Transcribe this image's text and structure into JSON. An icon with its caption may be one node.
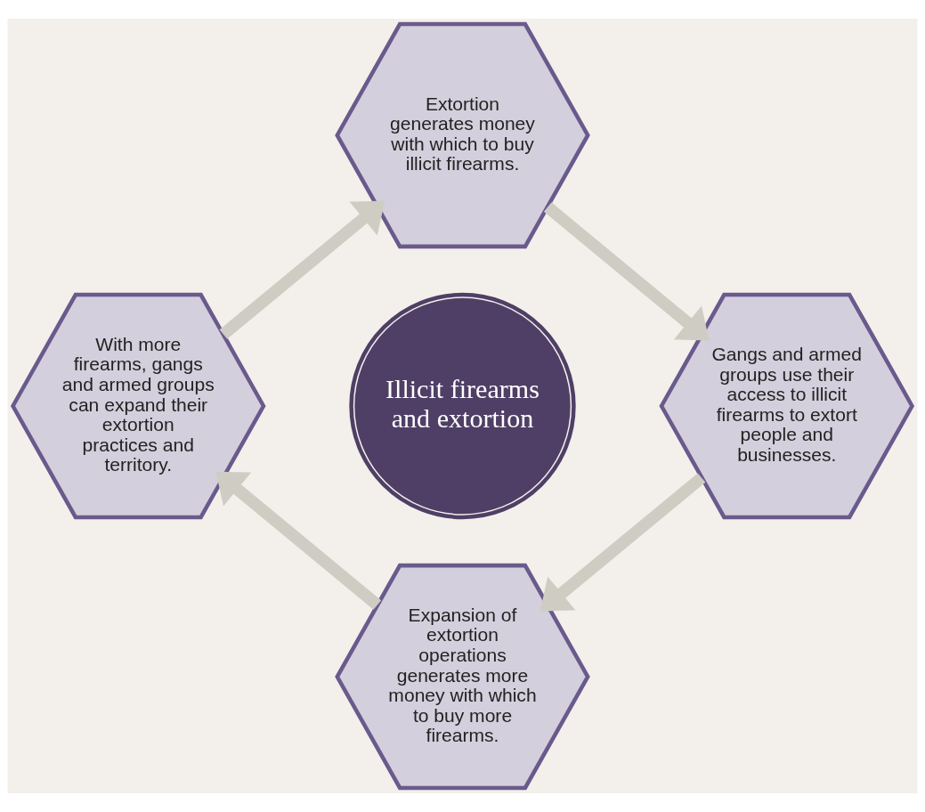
{
  "diagram": {
    "nodes": [
      {
        "text": [
          "Extortion generates money with which to buy illicit firearms."
        ]
      },
      {
        "text": [
          "Gangs and armed groups use their access to illicit firearms to extort people and businesses."
        ]
      },
      {
        "text": [
          "Expansion of extortion operations generates more money with which to buy more firearms."
        ]
      },
      {
        "text": [
          "With more firearms, gangs and armed groups can expand their extortion practices and territory."
        ]
      },
      {
        "text": [
          "Illicit firearms and extortion"
        ]
      }
    ],
    "edges": [
      {
        "from": 0,
        "to": 1,
        "arrow": "to"
      },
      {
        "from": 1,
        "to": 2,
        "arrow": "to"
      },
      {
        "from": 2,
        "to": 3,
        "arrow": "to"
      },
      {
        "from": 3,
        "to": 0,
        "arrow": "to"
      }
    ]
  }
}
